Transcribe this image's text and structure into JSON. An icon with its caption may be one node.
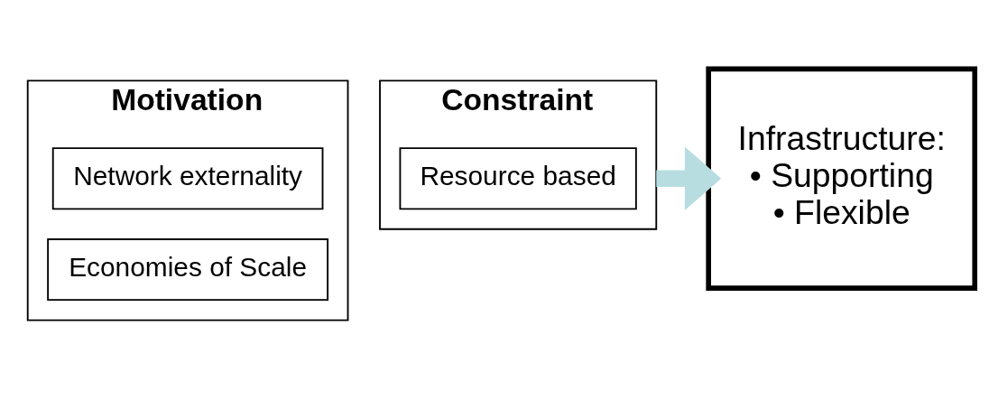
{
  "diagram": {
    "nodes": [
      {
        "text": [
          "Motivation"
        ]
      },
      {
        "text": [
          "Network externality"
        ],
        "in": 0
      },
      {
        "text": [
          "Economies of Scale"
        ],
        "in": 0
      },
      {
        "text": [
          "Constraint"
        ]
      },
      {
        "text": [
          "Resource based"
        ],
        "in": 3
      },
      {
        "text": [
          "Infrastructure:",
          "• Supporting",
          "• Flexible"
        ]
      }
    ],
    "edges": [
      {
        "from": 3,
        "to": 5,
        "arrow": "to",
        "color": "#b7dde0"
      }
    ]
  }
}
